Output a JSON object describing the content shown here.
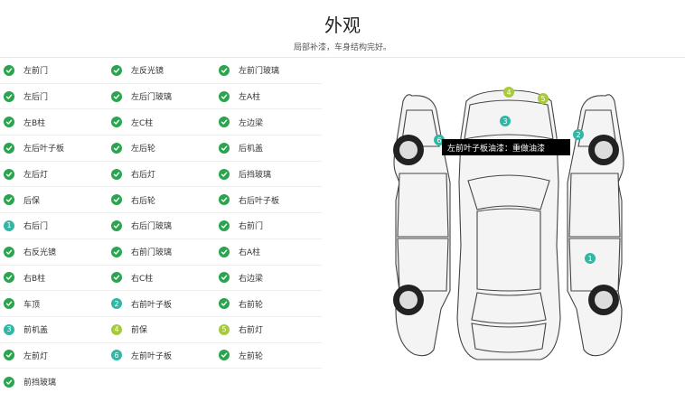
{
  "header": {
    "title": "外观",
    "subtitle": "局部补漆，车身结构完好。"
  },
  "colors": {
    "ok": "#2aa44f",
    "teal": "#32b7a5",
    "lime": "#a7c93c"
  },
  "items": [
    {
      "label": "左前门",
      "mark": "check"
    },
    {
      "label": "左反光镜",
      "mark": "check"
    },
    {
      "label": "左前门玻璃",
      "mark": "check"
    },
    {
      "label": "左后门",
      "mark": "check"
    },
    {
      "label": "左后门玻璃",
      "mark": "check"
    },
    {
      "label": "左A柱",
      "mark": "check"
    },
    {
      "label": "左B柱",
      "mark": "check"
    },
    {
      "label": "左C柱",
      "mark": "check"
    },
    {
      "label": "左边梁",
      "mark": "check"
    },
    {
      "label": "左后叶子板",
      "mark": "check"
    },
    {
      "label": "左后轮",
      "mark": "check"
    },
    {
      "label": "后机盖",
      "mark": "check"
    },
    {
      "label": "左后灯",
      "mark": "check"
    },
    {
      "label": "右后灯",
      "mark": "check"
    },
    {
      "label": "后挡玻璃",
      "mark": "check"
    },
    {
      "label": "后保",
      "mark": "check"
    },
    {
      "label": "右后轮",
      "mark": "check"
    },
    {
      "label": "右后叶子板",
      "mark": "check"
    },
    {
      "label": "右后门",
      "mark": "1"
    },
    {
      "label": "右后门玻璃",
      "mark": "check"
    },
    {
      "label": "右前门",
      "mark": "check"
    },
    {
      "label": "右反光镜",
      "mark": "check"
    },
    {
      "label": "右前门玻璃",
      "mark": "check"
    },
    {
      "label": "右A柱",
      "mark": "check"
    },
    {
      "label": "右B柱",
      "mark": "check"
    },
    {
      "label": "右C柱",
      "mark": "check"
    },
    {
      "label": "右边梁",
      "mark": "check"
    },
    {
      "label": "车顶",
      "mark": "check"
    },
    {
      "label": "右前叶子板",
      "mark": "2"
    },
    {
      "label": "右前轮",
      "mark": "check"
    },
    {
      "label": "前机盖",
      "mark": "3"
    },
    {
      "label": "前保",
      "mark": "4"
    },
    {
      "label": "右前灯",
      "mark": "5"
    },
    {
      "label": "左前灯",
      "mark": "check"
    },
    {
      "label": "左前叶子板",
      "mark": "6"
    },
    {
      "label": "左前轮",
      "mark": "check"
    },
    {
      "label": "前挡玻璃",
      "mark": "check"
    }
  ],
  "diagram": {
    "tooltip": "左前叶子板油漆：重做油漆",
    "badges": [
      {
        "num": "4",
        "color": "lime"
      },
      {
        "num": "5",
        "color": "lime"
      },
      {
        "num": "3",
        "color": "teal"
      },
      {
        "num": "6",
        "color": "teal"
      },
      {
        "num": "2",
        "color": "teal"
      },
      {
        "num": "1",
        "color": "teal"
      }
    ]
  }
}
